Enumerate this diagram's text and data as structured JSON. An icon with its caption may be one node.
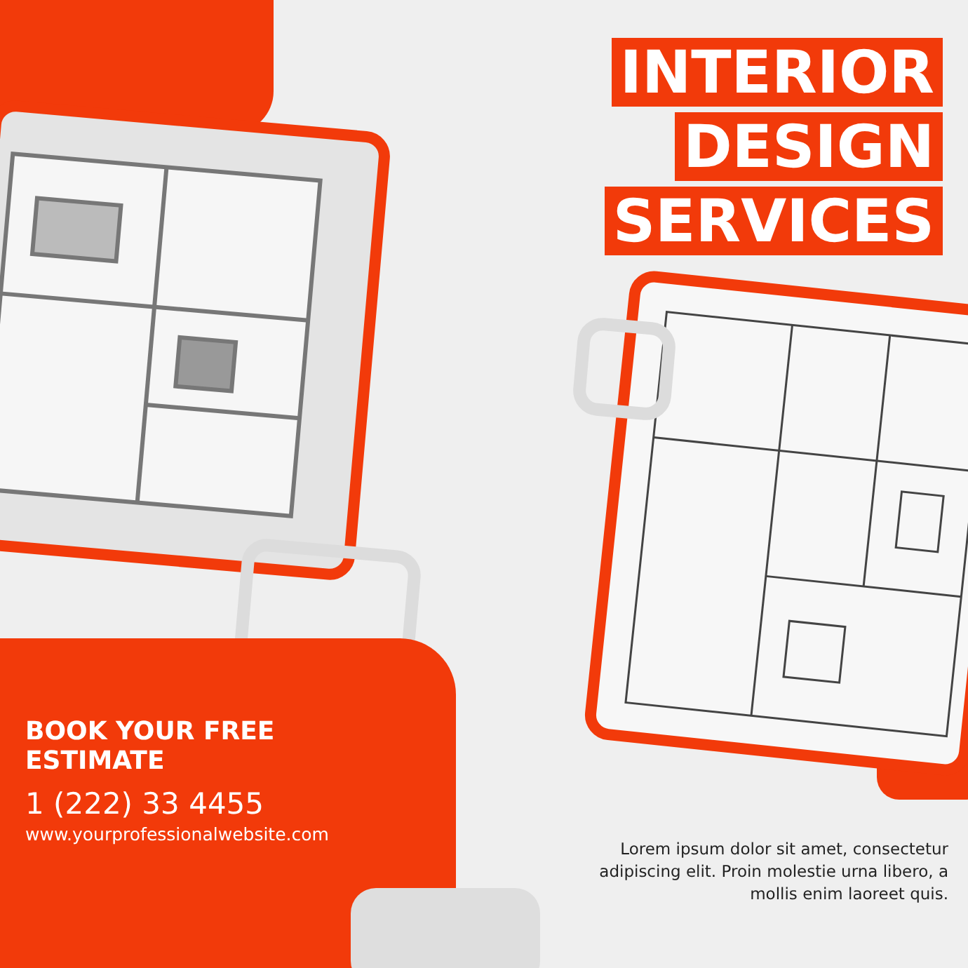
{
  "diagram": {
    "title": "INTERIOR DESIGN SERVICES",
    "labels": [
      "BOOK YOUR FREE ESTIMATE",
      "1 (222) 33 4455",
      "www.yourprofessionalwebsite.com",
      "Lorem ipsum dolor sit amet, consectetur adipiscing elit. Proin molestie urna libero, a mollis enim laoreet quis."
    ]
  }
}
